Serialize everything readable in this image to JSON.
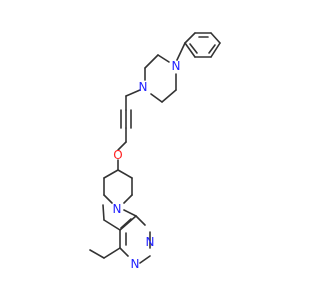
{
  "molecule": {
    "atoms": {
      "n_pip_top": "N",
      "n_pip_bottom": "N",
      "o_ether": "O",
      "n_piperidine": "N",
      "n_pyr_1": "N",
      "n_pyr_2": "N"
    },
    "colors": {
      "bond": "#333333",
      "nitrogen": "#2222ff",
      "oxygen": "#ff2222",
      "background": "#ffffff"
    }
  }
}
